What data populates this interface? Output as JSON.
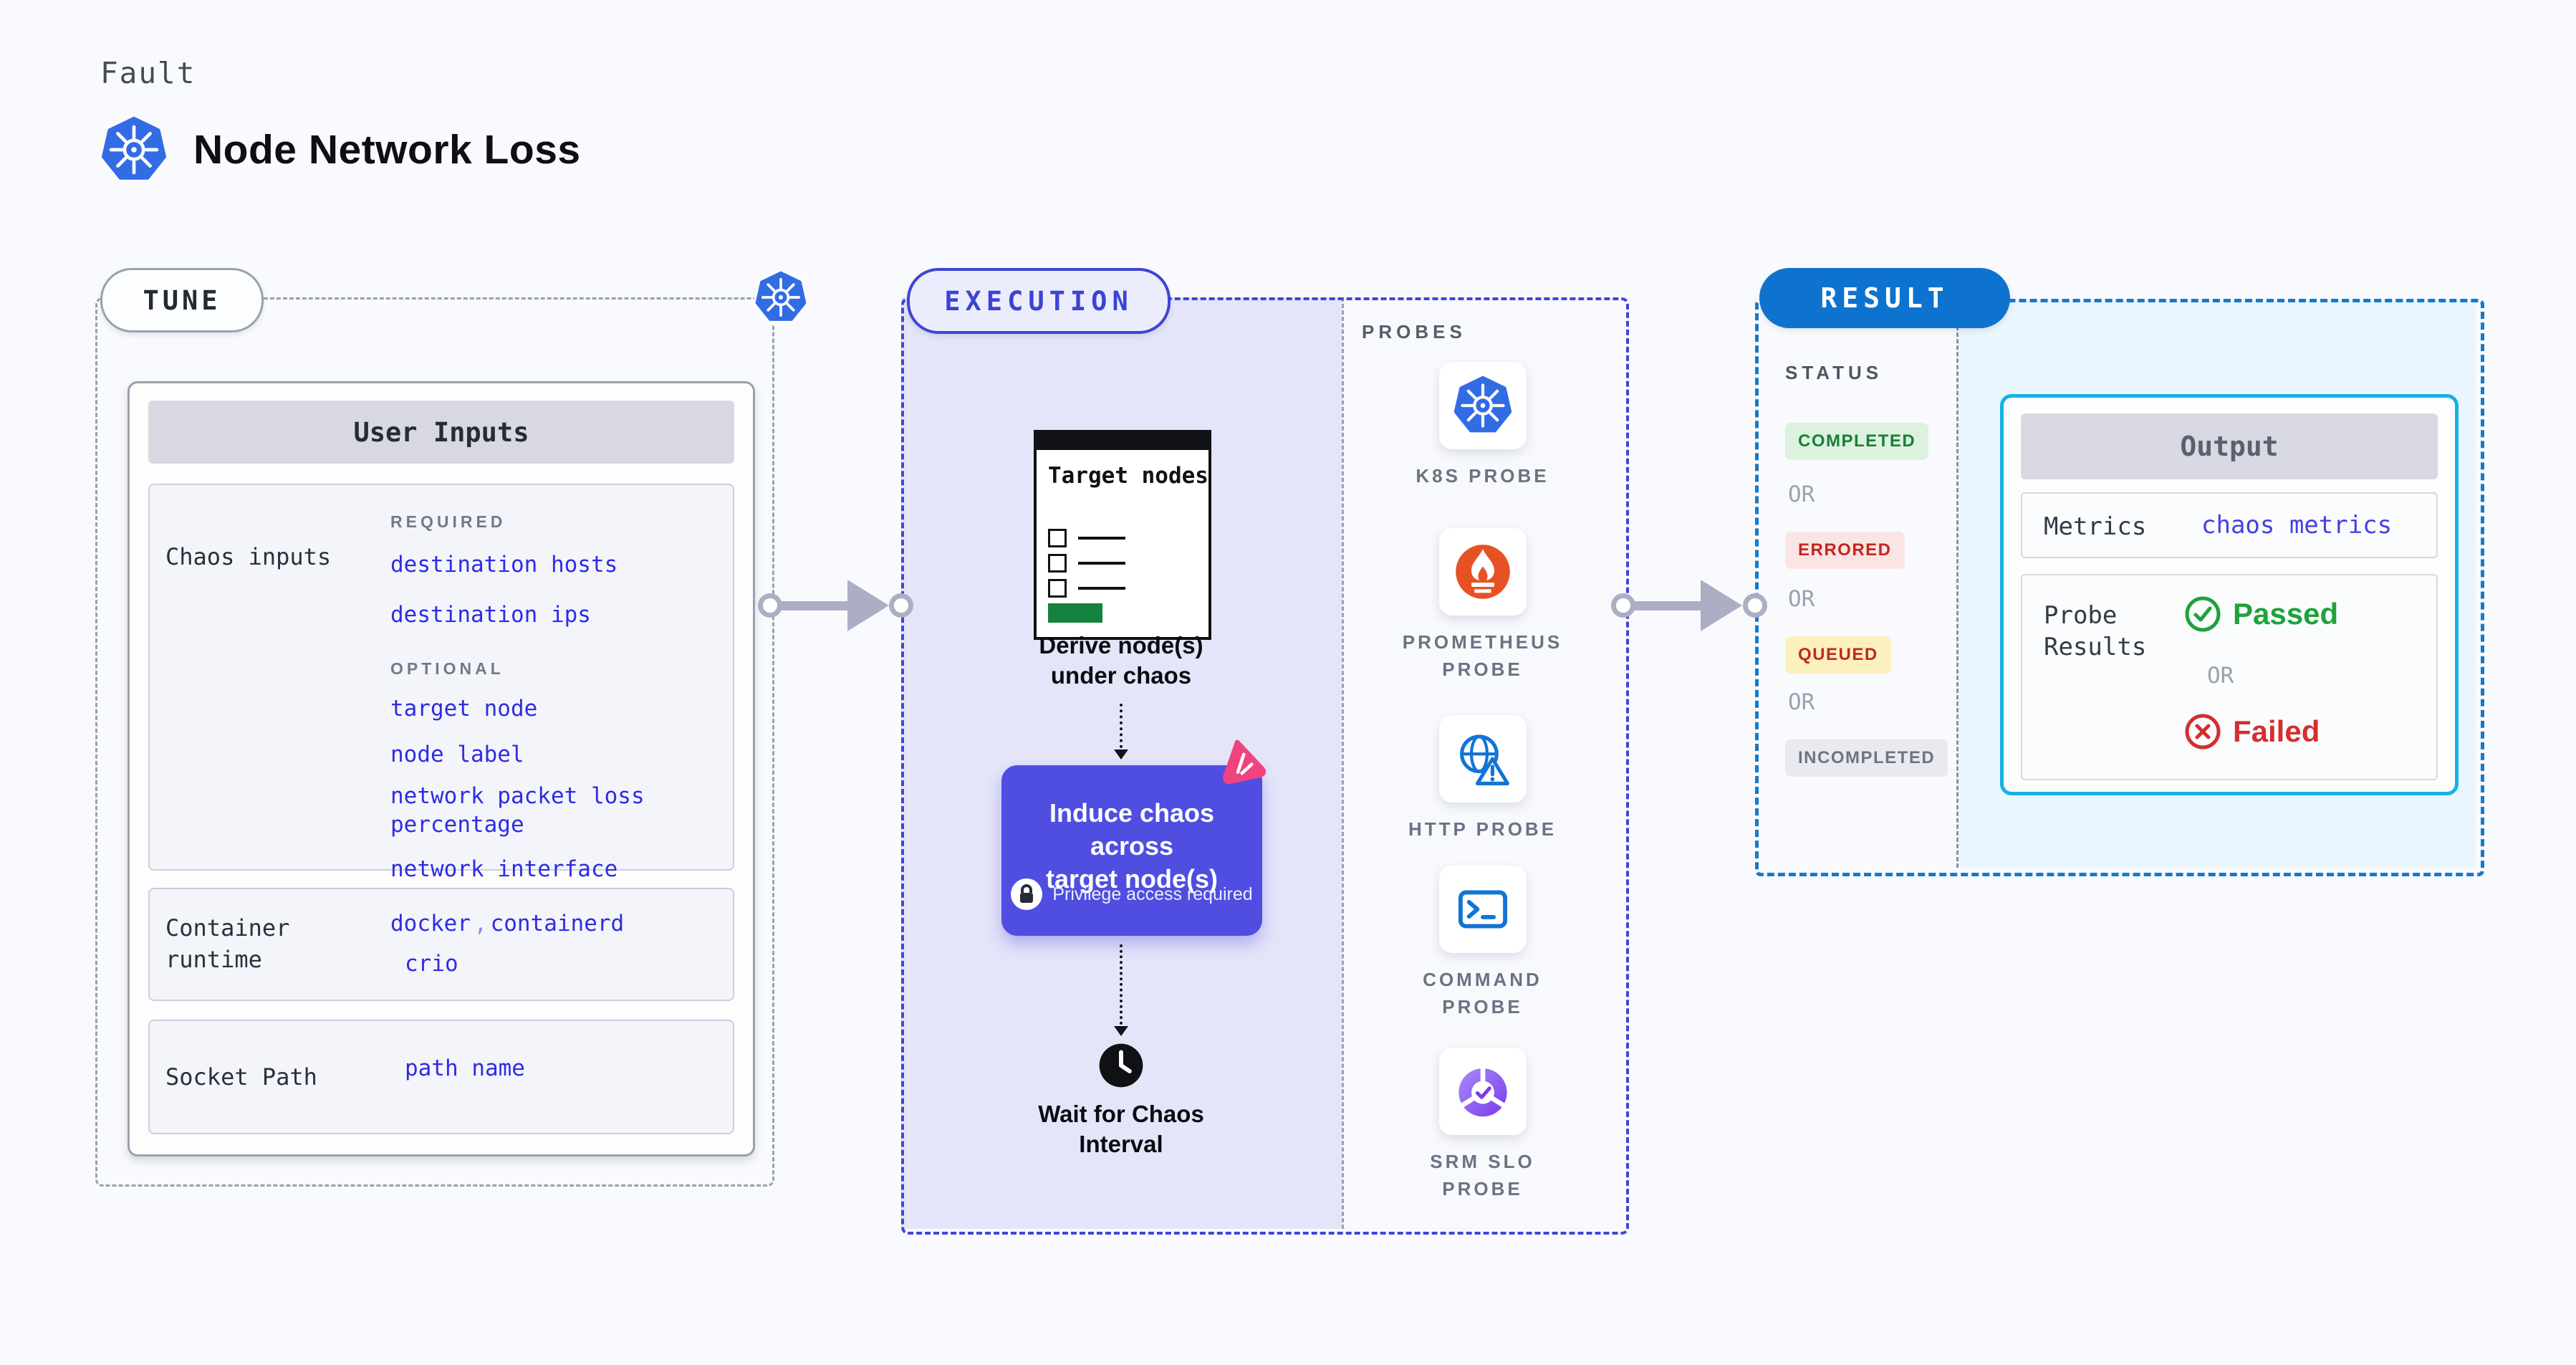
{
  "header": {
    "eyebrow": "Fault",
    "title": "Node Network Loss"
  },
  "tune": {
    "pill": "TUNE",
    "user_inputs_title": "User Inputs",
    "chaos_inputs_label": "Chaos inputs",
    "required_tag": "REQUIRED",
    "required_links": [
      "destination hosts",
      "destination ips"
    ],
    "optional_tag": "OPTIONAL",
    "optional_links": [
      "target node",
      "node label",
      "network packet loss percentage",
      "network interface"
    ],
    "container_runtime_label": "Container runtime",
    "runtime_links": [
      "docker",
      "containerd",
      "crio"
    ],
    "runtime_comma": ",",
    "socket_path_label": "Socket Path",
    "socket_path_value": "path name"
  },
  "execution": {
    "pill": "EXECUTION",
    "target_nodes_title": "Target nodes",
    "derive_line1": "Derive node(s)",
    "derive_line2": "under chaos",
    "induce_line1": "Induce chaos across",
    "induce_line2": "target node(s)",
    "privilege_note": "Privilege access required",
    "wait_line1": "Wait for Chaos",
    "wait_line2": "Interval"
  },
  "probes": {
    "title": "PROBES",
    "items": [
      {
        "label": "K8S PROBE",
        "icon": "kubernetes-icon"
      },
      {
        "label": "PROMETHEUS PROBE",
        "icon": "prometheus-icon"
      },
      {
        "label": "HTTP PROBE",
        "icon": "http-globe-icon"
      },
      {
        "label": "COMMAND PROBE",
        "icon": "terminal-icon"
      },
      {
        "label": "SRM SLO PROBE",
        "icon": "slo-donut-icon"
      }
    ]
  },
  "result": {
    "pill": "RESULT",
    "status_title": "STATUS",
    "or_label": "OR",
    "statuses": [
      {
        "label": "COMPLETED",
        "fg": "#1b7f37",
        "bg": "#dcf2df"
      },
      {
        "label": "ERRORED",
        "fg": "#c3271e",
        "bg": "#fbe5e4"
      },
      {
        "label": "QUEUED",
        "fg": "#bf2a20",
        "bg": "#fdf0bf"
      },
      {
        "label": "INCOMPLETED",
        "fg": "#6e7480",
        "bg": "#e9eaf1"
      }
    ],
    "output": {
      "title": "Output",
      "metrics_label": "Metrics",
      "metrics_link": "chaos metrics",
      "probe_results_label": "Probe Results",
      "passed": "Passed",
      "or_label": "OR",
      "failed": "Failed"
    }
  },
  "colors": {
    "page_bg": "#f9fafd",
    "lavender": "#e4e5f9",
    "light_blue": "#e9f6fd",
    "indigo_dash": "#4045d6",
    "gray_dash": "#9aa1ac",
    "result_dash": "#157ac9",
    "result_pill_bg": "#0d73cf",
    "output_border": "#14b2e6",
    "link_blue": "#2f2ce2",
    "induce_box": "#4f4ee0",
    "litmus_pink": "#f0437f",
    "k8s_blue": "#326ce5",
    "prometheus_orange": "#e75225",
    "passed_green": "#1fa23a",
    "failed_red": "#d32f2f",
    "arrow_gray": "#adaec4",
    "target_green": "#15823f"
  }
}
